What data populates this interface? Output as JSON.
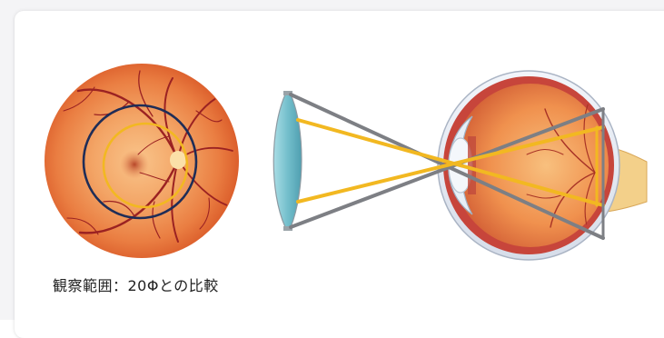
{
  "caption": "観察範囲：20Φとの比較",
  "colors": {
    "card_background": "#ffffff",
    "page_background": "#f4f4f6",
    "fundus_outer": "#e8703a",
    "fundus_inner": "#f6b276",
    "macula": "#c4522c",
    "vessel": "#9b2222",
    "field_circle_navy": "#1f2d57",
    "field_circle_yellow": "#f2b821",
    "lens_blue": "#7fc3cf",
    "ray_gray": "#7d7f84",
    "ray_yellow": "#f2b821",
    "sclera": "#e9eef6",
    "eye_interior": "#f08a4b",
    "eye_wall": "#c7453b"
  },
  "icons": {
    "fundus": "retina-fundus-photo",
    "lens": "condensing-lens",
    "eye": "eye-cross-section"
  }
}
